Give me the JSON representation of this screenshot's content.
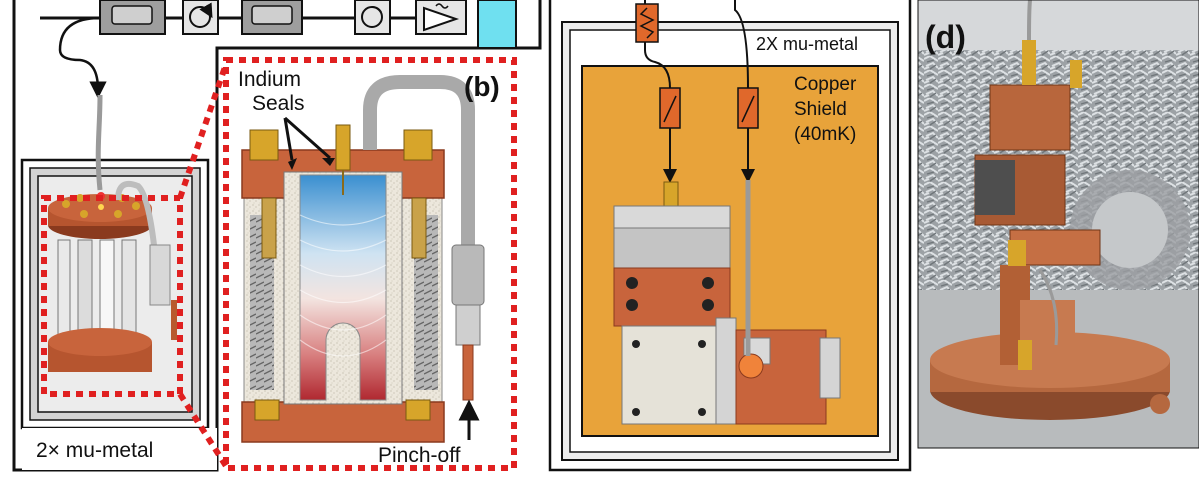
{
  "panel_b": {
    "label": "(b)",
    "indium_line1": "Indium",
    "indium_line2": "Seals",
    "pinch_off": "Pinch-off",
    "mu_metal": "2× mu-metal"
  },
  "panel_c": {
    "mu_metal": "2X mu-metal",
    "copper_line1": "Copper",
    "copper_line2": "Shield",
    "copper_line3": "(40mK)"
  },
  "panel_d": {
    "label": "(d)"
  },
  "colors": {
    "copper": "#c8643c",
    "copper_dark": "#8a3a1e",
    "orange_shield": "#e8a33a",
    "cyan_box": "#6fe0f0",
    "red_dash": "#e02020",
    "mu_gray": "#cccccc"
  }
}
